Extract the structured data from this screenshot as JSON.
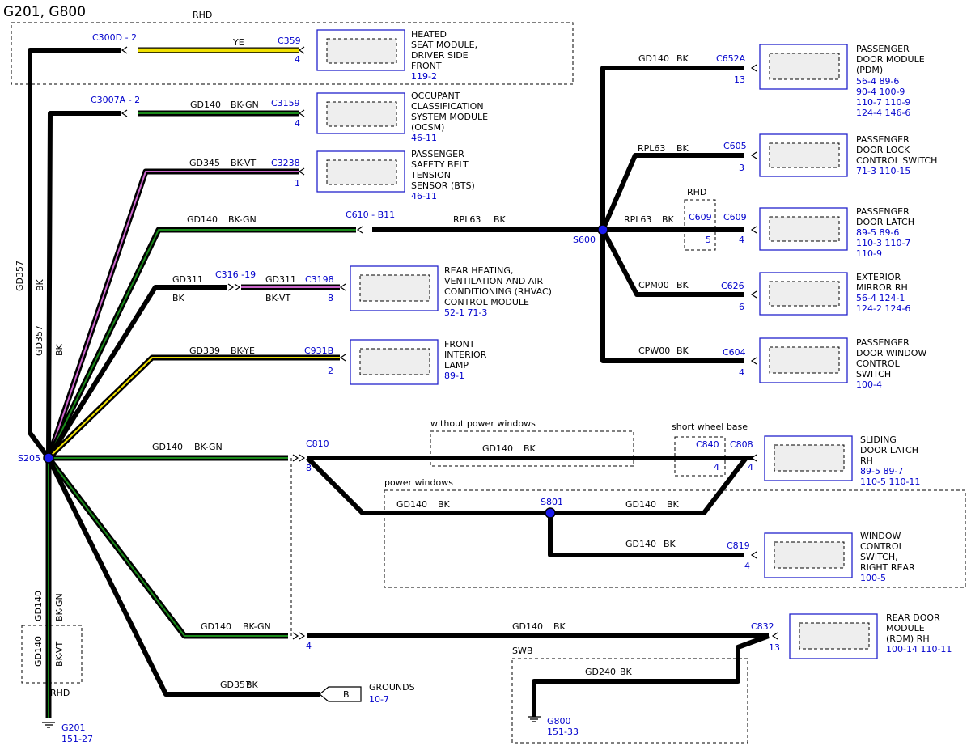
{
  "title": "G201, G800",
  "regions": {
    "rhd_top": "RHD",
    "rhd_c609": "RHD",
    "without_pw": "without power windows",
    "short_wb": "short wheel base",
    "power_windows": "power windows",
    "swb": "SWB",
    "rhd_bottom": "RHD"
  },
  "colors": {
    "bk": "#000000",
    "gn": "#1a8a1a",
    "vt": "#cc66cc",
    "ye": "#f0e000",
    "splice": "#1a1aee",
    "ref": "#0000cc"
  },
  "splices": {
    "s205": "S205",
    "s600": "S600",
    "s801": "S801"
  },
  "left_wires": {
    "gd357_a": {
      "circuit": "GD357",
      "color": "BK"
    },
    "gd357_b": {
      "circuit": "GD357",
      "color": "BK"
    }
  },
  "branches": [
    {
      "conn_inline": "C300D - 2",
      "circuit": "",
      "color": "YE",
      "conn": "C359",
      "pin": "4",
      "module": [
        "HEATED",
        "SEAT MODULE,",
        "DRIVER SIDE",
        "FRONT"
      ],
      "refs": [
        "119-2"
      ]
    },
    {
      "conn_inline": "C3007A - 2",
      "circuit": "GD140",
      "color": "BK-GN",
      "conn": "C3159",
      "pin": "4",
      "module": [
        "OCCUPANT",
        "CLASSIFICATION",
        "SYSTEM MODULE",
        "(OCSM)"
      ],
      "refs": [
        "46-11"
      ]
    },
    {
      "circuit": "GD345",
      "color": "BK-VT",
      "conn": "C3238",
      "pin": "1",
      "module": [
        "PASSENGER",
        "SAFETY BELT",
        "TENSION",
        "SENSOR (BTS)"
      ],
      "refs": [
        "46-11"
      ]
    },
    {
      "circuit": "GD311",
      "color": "BK",
      "conn_inline": "C316 -19",
      "circuit2": "GD311",
      "color2": "BK-VT",
      "conn": "C3198",
      "pin": "8",
      "module": [
        "REAR HEATING,",
        "VENTILATION AND AIR",
        "CONDITIONING (RHVAC)",
        "CONTROL MODULE"
      ],
      "refs": [
        "52-1   71-3"
      ]
    },
    {
      "circuit": "GD339",
      "color": "BK-YE",
      "conn": "C931B",
      "pin": "2",
      "module": [
        "FRONT",
        "INTERIOR",
        "LAMP"
      ],
      "refs": [
        "89-1"
      ]
    }
  ],
  "c610": {
    "circuit": "GD140",
    "color": "BK-GN",
    "conn": "C610 - B11",
    "circuit2": "RPL63",
    "color2": "BK"
  },
  "s600_branches": [
    {
      "circuit": "GD140",
      "color": "BK",
      "conn": "C652A",
      "pin": "13",
      "module": [
        "PASSENGER",
        "DOOR MODULE",
        "(PDM)"
      ],
      "refs": [
        "56-4    89-6",
        "90-4    100-9",
        "110-7   110-9",
        "124-4   146-6"
      ]
    },
    {
      "circuit": "RPL63",
      "color": "BK",
      "conn": "C605",
      "pin": "3",
      "module": [
        "PASSENGER",
        "DOOR LOCK",
        "CONTROL SWITCH"
      ],
      "refs": [
        "71-3     110-15"
      ]
    },
    {
      "circuit": "RPL63",
      "color": "BK",
      "conn_inline": "C609",
      "pin_inline": "5",
      "conn": "C609",
      "pin": "4",
      "module": [
        "PASSENGER",
        "DOOR LATCH"
      ],
      "refs": [
        "89-5    89-6",
        "110-3   110-7",
        "110-9"
      ]
    },
    {
      "circuit": "CPM00",
      "color": "BK",
      "conn": "C626",
      "pin": "6",
      "module": [
        "EXTERIOR",
        "MIRROR RH"
      ],
      "refs": [
        "56-4    124-1",
        "124-2   124-6"
      ]
    },
    {
      "circuit": "CPW00",
      "color": "BK",
      "conn": "C604",
      "pin": "4",
      "module": [
        "PASSENGER",
        "DOOR WINDOW",
        "CONTROL",
        "SWITCH"
      ],
      "refs": [
        "100-4"
      ]
    }
  ],
  "sliding": {
    "circuit": "GD140",
    "color": "BK-GN",
    "conn_in": "C810",
    "pin_in": "8",
    "mid_circuit": "GD140",
    "mid_color": "BK",
    "conn_c840": "C840",
    "pin_c840": "4",
    "conn": "C808",
    "pin": "4",
    "module": [
      "SLIDING",
      "DOOR LATCH",
      "RH"
    ],
    "refs": [
      "89-5      89-7",
      "110-5    110-11"
    ]
  },
  "power_windows_wires": {
    "left_circuit": "GD140",
    "left_color": "BK",
    "right_circuit": "GD140",
    "right_color": "BK",
    "sw_circuit": "GD140",
    "sw_color": "BK",
    "conn": "C819",
    "pin": "4",
    "module": [
      "WINDOW",
      "CONTROL",
      "SWITCH,",
      "RIGHT REAR"
    ],
    "refs": [
      "100-5"
    ]
  },
  "rear_door": {
    "circuit": "GD140",
    "color": "BK-GN",
    "pin_in": "4",
    "circuit2": "GD140",
    "color2": "BK",
    "conn": "C832",
    "pin": "13",
    "module": [
      "REAR DOOR",
      "MODULE",
      "(RDM) RH"
    ],
    "refs": [
      "100-14   110-11"
    ]
  },
  "g800": {
    "circuit": "GD240",
    "color": "BK",
    "label": "G800",
    "ref": "151-33"
  },
  "grounds": {
    "circuit": "GD357",
    "color": "BK",
    "tag": "B",
    "label": "GROUNDS",
    "ref": "10-7"
  },
  "g201": {
    "circuit": "GD140",
    "color": "BK-GN",
    "circuit_rhd": "GD140",
    "color_rhd": "BK-VT",
    "label": "G201",
    "ref": "151-27"
  }
}
